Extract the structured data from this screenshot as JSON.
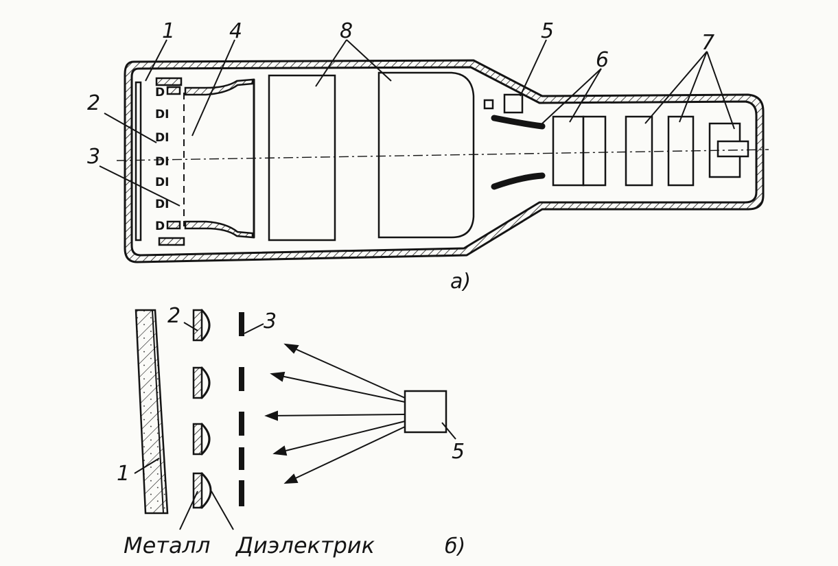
{
  "diagram_a": {
    "labels": {
      "n1": "1",
      "n2": "2",
      "n3": "3",
      "n4": "4",
      "n5": "5",
      "n6": "6",
      "n7": "7",
      "n8": "8"
    },
    "caption": "a)"
  },
  "diagram_b": {
    "labels": {
      "n1": "1",
      "n2": "2",
      "n3": "3",
      "n5": "5"
    },
    "metal_label": "Металл",
    "dielectric_label": "Диэлектрик",
    "caption": "б)"
  }
}
